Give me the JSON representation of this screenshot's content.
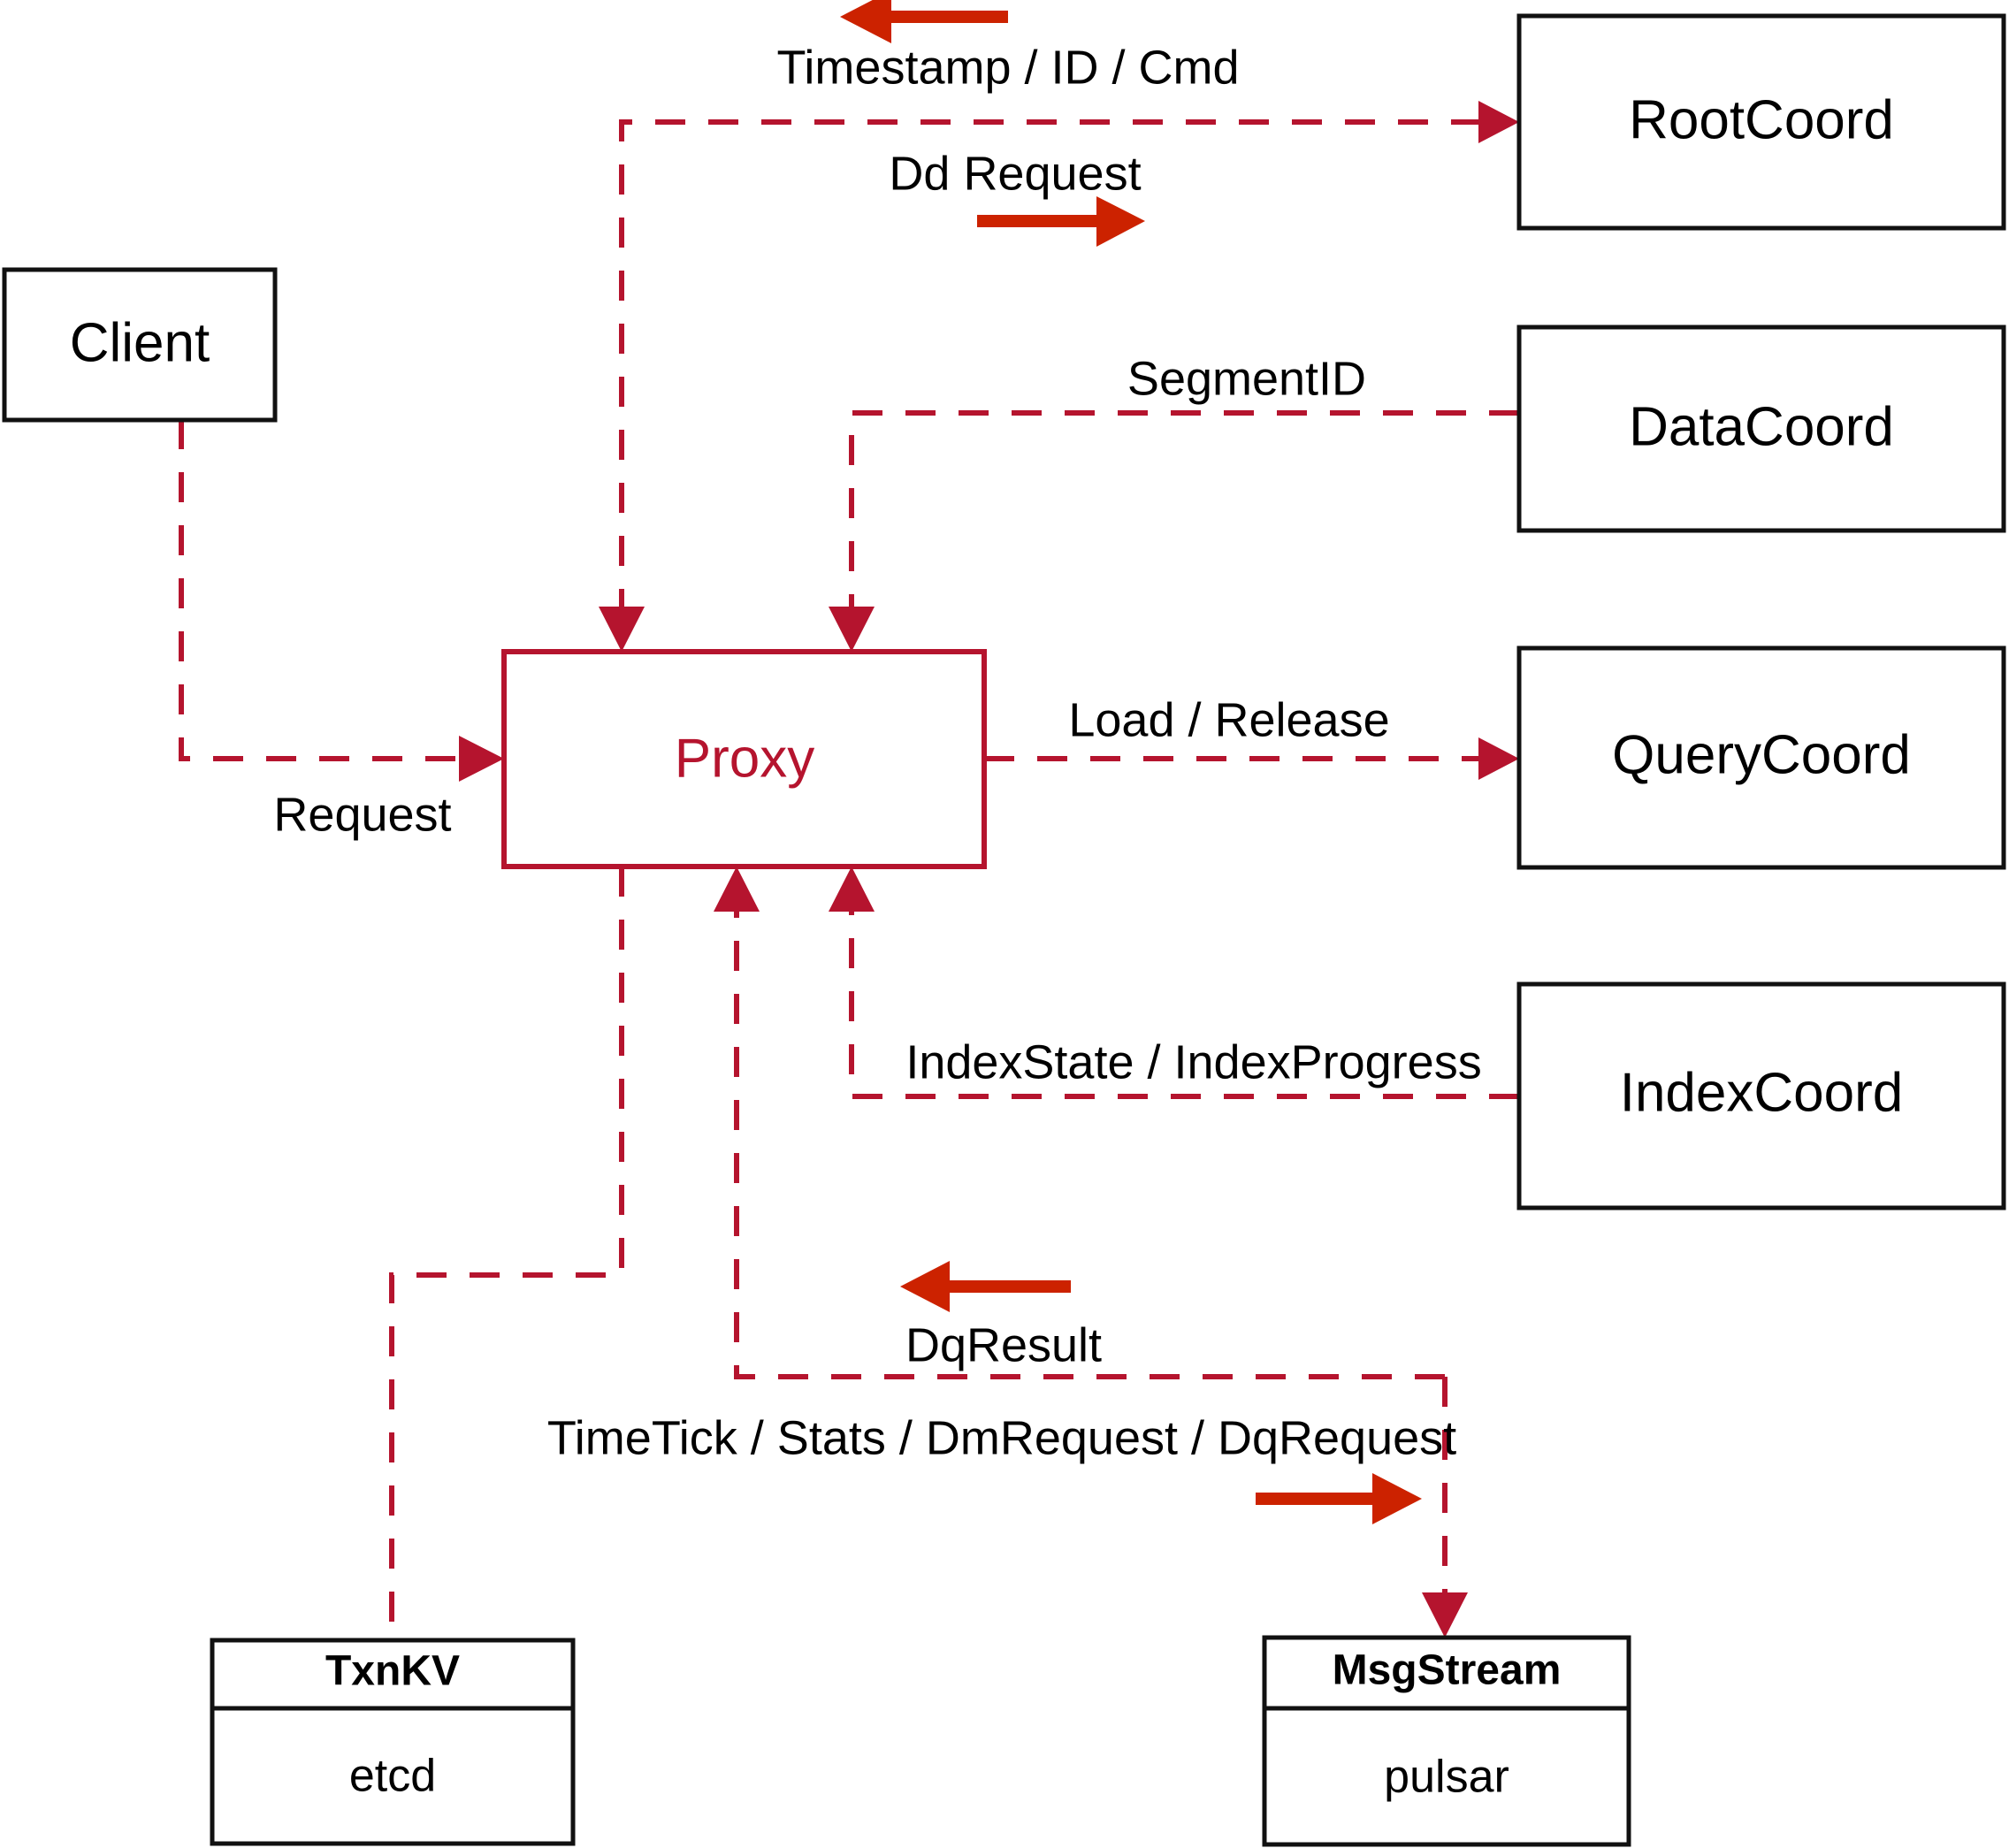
{
  "diagram": {
    "title": "Milvus Proxy interaction diagram",
    "colors": {
      "node_stroke": "#111111",
      "proxy_stroke": "#B5142E",
      "proxy_text": "#B5142E",
      "dashed_edge": "#B5142E",
      "flow_arrow": "#CC2200",
      "background": "#ffffff"
    },
    "nodes": [
      {
        "id": "client",
        "label": "Client",
        "style": "black"
      },
      {
        "id": "proxy",
        "label": "Proxy",
        "style": "red"
      },
      {
        "id": "rootcoord",
        "label": "RootCoord",
        "style": "black"
      },
      {
        "id": "datacoord",
        "label": "DataCoord",
        "style": "black"
      },
      {
        "id": "querycoord",
        "label": "QueryCoord",
        "style": "black"
      },
      {
        "id": "indexcoord",
        "label": "IndexCoord",
        "style": "black"
      }
    ],
    "stacked_nodes": [
      {
        "id": "txnkv",
        "title": "TxnKV",
        "subtitle": "etcd"
      },
      {
        "id": "msgstream",
        "title": "MsgStream",
        "subtitle": "pulsar"
      }
    ],
    "edge_labels": [
      {
        "id": "timestamp-id-cmd",
        "text": "Timestamp / ID / Cmd",
        "from": "rootcoord",
        "to": "proxy",
        "direction": "left"
      },
      {
        "id": "dd-request",
        "text": "Dd Request",
        "from": "proxy",
        "to": "rootcoord",
        "direction": "right"
      },
      {
        "id": "segment-id",
        "text": "SegmentID",
        "from": "datacoord",
        "to": "proxy",
        "direction": "left"
      },
      {
        "id": "request",
        "text": "Request",
        "from": "client",
        "to": "proxy",
        "direction": "right"
      },
      {
        "id": "load-release",
        "text": "Load / Release",
        "from": "proxy",
        "to": "querycoord",
        "direction": "right"
      },
      {
        "id": "index-state",
        "text": "IndexState / IndexProgress",
        "from": "indexcoord",
        "to": "proxy",
        "direction": "left"
      },
      {
        "id": "dq-result",
        "text": "DqResult",
        "from": "msgstream",
        "to": "proxy",
        "direction": "left"
      },
      {
        "id": "timetick-stats",
        "text": "TimeTick / Stats / DmRequest / DqRequest",
        "from": "proxy",
        "to": "msgstream",
        "direction": "right"
      }
    ]
  }
}
